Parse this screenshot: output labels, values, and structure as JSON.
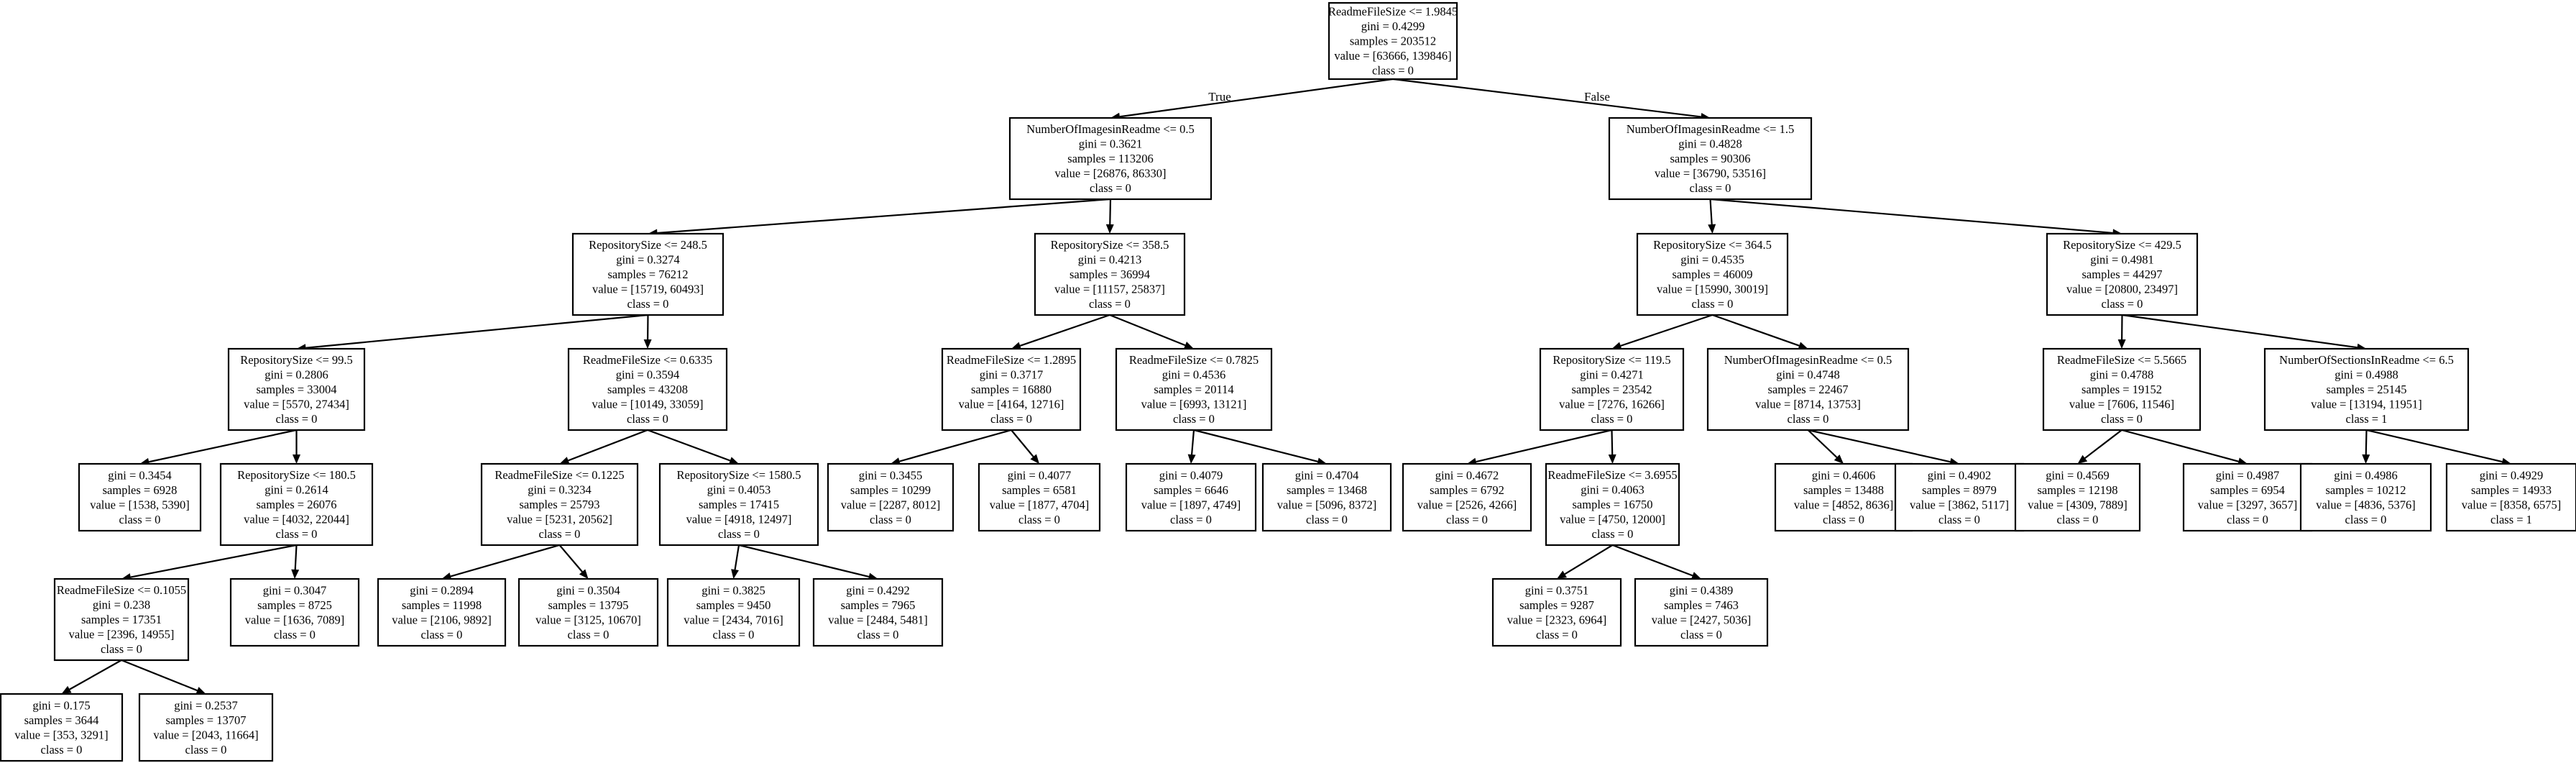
{
  "tree": {
    "edge_labels": {
      "true": "True",
      "false": "False"
    },
    "nodes": [
      {
        "id": "n0",
        "lines": [
          "ReadmeFileSize <= 1.9845",
          "gini = 0.4299",
          "samples = 203512",
          "value = [63666, 139846]",
          "class = 0"
        ]
      },
      {
        "id": "n1",
        "lines": [
          "NumberOfImagesinReadme <= 0.5",
          "gini = 0.3621",
          "samples = 113206",
          "value = [26876, 86330]",
          "class = 0"
        ]
      },
      {
        "id": "n2",
        "lines": [
          "NumberOfImagesinReadme <= 1.5",
          "gini = 0.4828",
          "samples = 90306",
          "value = [36790, 53516]",
          "class = 0"
        ]
      },
      {
        "id": "n3",
        "lines": [
          "RepositorySize <= 248.5",
          "gini = 0.3274",
          "samples = 76212",
          "value = [15719, 60493]",
          "class = 0"
        ]
      },
      {
        "id": "n4",
        "lines": [
          "RepositorySize <= 358.5",
          "gini = 0.4213",
          "samples = 36994",
          "value = [11157, 25837]",
          "class = 0"
        ]
      },
      {
        "id": "n5",
        "lines": [
          "RepositorySize <= 364.5",
          "gini = 0.4535",
          "samples = 46009",
          "value = [15990, 30019]",
          "class = 0"
        ]
      },
      {
        "id": "n6",
        "lines": [
          "RepositorySize <= 429.5",
          "gini = 0.4981",
          "samples = 44297",
          "value = [20800, 23497]",
          "class = 0"
        ]
      },
      {
        "id": "n7",
        "lines": [
          "RepositorySize <= 99.5",
          "gini = 0.2806",
          "samples = 33004",
          "value = [5570, 27434]",
          "class = 0"
        ]
      },
      {
        "id": "n8",
        "lines": [
          "ReadmeFileSize <= 0.6335",
          "gini = 0.3594",
          "samples = 43208",
          "value = [10149, 33059]",
          "class = 0"
        ]
      },
      {
        "id": "n9",
        "lines": [
          "ReadmeFileSize <= 1.2895",
          "gini = 0.3717",
          "samples = 16880",
          "value = [4164, 12716]",
          "class = 0"
        ]
      },
      {
        "id": "n10",
        "lines": [
          "ReadmeFileSize <= 0.7825",
          "gini = 0.4536",
          "samples = 20114",
          "value = [6993, 13121]",
          "class = 0"
        ]
      },
      {
        "id": "n11",
        "lines": [
          "RepositorySize <= 119.5",
          "gini = 0.4271",
          "samples = 23542",
          "value = [7276, 16266]",
          "class = 0"
        ]
      },
      {
        "id": "n12",
        "lines": [
          "NumberOfImagesinReadme <= 0.5",
          "gini = 0.4748",
          "samples = 22467",
          "value = [8714, 13753]",
          "class = 0"
        ]
      },
      {
        "id": "n13",
        "lines": [
          "ReadmeFileSize <= 5.5665",
          "gini = 0.4788",
          "samples = 19152",
          "value = [7606, 11546]",
          "class = 0"
        ]
      },
      {
        "id": "n14",
        "lines": [
          "NumberOfSectionsInReadme <= 6.5",
          "gini = 0.4988",
          "samples = 25145",
          "value = [13194, 11951]",
          "class = 1"
        ]
      },
      {
        "id": "n15",
        "lines": [
          "gini = 0.3454",
          "samples = 6928",
          "value = [1538, 5390]",
          "class = 0"
        ]
      },
      {
        "id": "n16",
        "lines": [
          "RepositorySize <= 180.5",
          "gini = 0.2614",
          "samples = 26076",
          "value = [4032, 22044]",
          "class = 0"
        ]
      },
      {
        "id": "n17",
        "lines": [
          "ReadmeFileSize <= 0.1225",
          "gini = 0.3234",
          "samples = 25793",
          "value = [5231, 20562]",
          "class = 0"
        ]
      },
      {
        "id": "n18",
        "lines": [
          "RepositorySize <= 1580.5",
          "gini = 0.4053",
          "samples = 17415",
          "value = [4918, 12497]",
          "class = 0"
        ]
      },
      {
        "id": "n19",
        "lines": [
          "gini = 0.3455",
          "samples = 10299",
          "value = [2287, 8012]",
          "class = 0"
        ]
      },
      {
        "id": "n20",
        "lines": [
          "gini = 0.4077",
          "samples = 6581",
          "value = [1877, 4704]",
          "class = 0"
        ]
      },
      {
        "id": "n21",
        "lines": [
          "gini = 0.4079",
          "samples = 6646",
          "value = [1897, 4749]",
          "class = 0"
        ]
      },
      {
        "id": "n22",
        "lines": [
          "gini = 0.4704",
          "samples = 13468",
          "value = [5096, 8372]",
          "class = 0"
        ]
      },
      {
        "id": "n23",
        "lines": [
          "gini = 0.4672",
          "samples = 6792",
          "value = [2526, 4266]",
          "class = 0"
        ]
      },
      {
        "id": "n24",
        "lines": [
          "ReadmeFileSize <= 3.6955",
          "gini = 0.4063",
          "samples = 16750",
          "value = [4750, 12000]",
          "class = 0"
        ]
      },
      {
        "id": "n25",
        "lines": [
          "gini = 0.4606",
          "samples = 13488",
          "value = [4852, 8636]",
          "class = 0"
        ]
      },
      {
        "id": "n26",
        "lines": [
          "gini = 0.4902",
          "samples = 8979",
          "value = [3862, 5117]",
          "class = 0"
        ]
      },
      {
        "id": "n27",
        "lines": [
          "gini = 0.4569",
          "samples = 12198",
          "value = [4309, 7889]",
          "class = 0"
        ]
      },
      {
        "id": "n28",
        "lines": [
          "gini = 0.4987",
          "samples = 6954",
          "value = [3297, 3657]",
          "class = 0"
        ]
      },
      {
        "id": "n29",
        "lines": [
          "gini = 0.4986",
          "samples = 10212",
          "value = [4836, 5376]",
          "class = 0"
        ]
      },
      {
        "id": "n30",
        "lines": [
          "gini = 0.4929",
          "samples = 14933",
          "value = [8358, 6575]",
          "class = 1"
        ]
      },
      {
        "id": "n31",
        "lines": [
          "ReadmeFileSize <= 0.1055",
          "gini = 0.238",
          "samples = 17351",
          "value = [2396, 14955]",
          "class = 0"
        ]
      },
      {
        "id": "n32",
        "lines": [
          "gini = 0.3047",
          "samples = 8725",
          "value = [1636, 7089]",
          "class = 0"
        ]
      },
      {
        "id": "n33",
        "lines": [
          "gini = 0.2894",
          "samples = 11998",
          "value = [2106, 9892]",
          "class = 0"
        ]
      },
      {
        "id": "n34",
        "lines": [
          "gini = 0.3504",
          "samples = 13795",
          "value = [3125, 10670]",
          "class = 0"
        ]
      },
      {
        "id": "n35",
        "lines": [
          "gini = 0.3825",
          "samples = 9450",
          "value = [2434, 7016]",
          "class = 0"
        ]
      },
      {
        "id": "n36",
        "lines": [
          "gini = 0.4292",
          "samples = 7965",
          "value = [2484, 5481]",
          "class = 0"
        ]
      },
      {
        "id": "n37",
        "lines": [
          "gini = 0.3751",
          "samples = 9287",
          "value = [2323, 6964]",
          "class = 0"
        ]
      },
      {
        "id": "n38",
        "lines": [
          "gini = 0.4389",
          "samples = 7463",
          "value = [2427, 5036]",
          "class = 0"
        ]
      },
      {
        "id": "n39",
        "lines": [
          "gini = 0.175",
          "samples = 3644",
          "value = [353, 3291]",
          "class = 0"
        ]
      },
      {
        "id": "n40",
        "lines": [
          "gini = 0.2537",
          "samples = 13707",
          "value = [2043, 11664]",
          "class = 0"
        ]
      }
    ]
  }
}
